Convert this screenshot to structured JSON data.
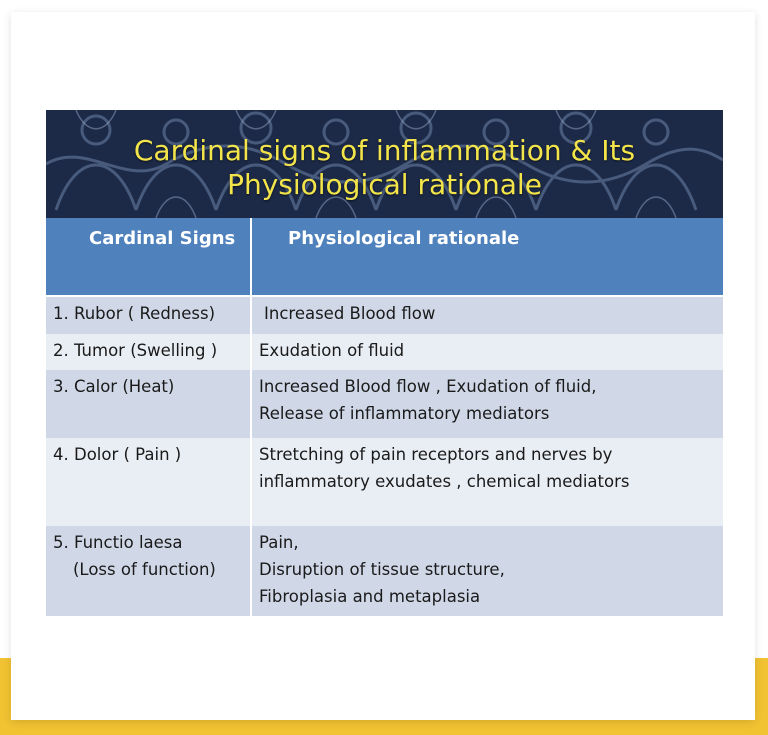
{
  "slide": {
    "title_line1": "Cardinal signs of inflammation & Its",
    "title_line2": "Physiological rationale",
    "table": {
      "headers": [
        "Cardinal Signs",
        "Physiological rationale"
      ],
      "rows": [
        {
          "sign": [
            "1.  Rubor ( Redness)"
          ],
          "rationale": [
            "Increased Blood flow"
          ]
        },
        {
          "sign": [
            "2. Tumor (Swelling )"
          ],
          "rationale": [
            "Exudation of fluid"
          ]
        },
        {
          "sign": [
            "3. Calor (Heat)"
          ],
          "rationale": [
            "Increased Blood flow  , Exudation of fluid,",
            "Release of inflammatory   mediators"
          ]
        },
        {
          "sign": [
            "4. Dolor ( Pain )"
          ],
          "rationale": [
            "Stretching of pain receptors and nerves by",
            "inflammatory exudates , chemical mediators"
          ]
        },
        {
          "sign": [
            "5. Functio laesa",
            "(Loss of function)"
          ],
          "rationale": [
            "Pain,",
            "Disruption of tissue structure,",
            "Fibroplasia and metaplasia"
          ]
        }
      ]
    }
  },
  "colors": {
    "header_blue": "#4f81bd",
    "row_dark": "#d0d8e8",
    "row_light": "#e9edf4",
    "title_yellow": "#f2e44a",
    "banner_navy": "#1c2a48",
    "page_band_gold": "#f1c232"
  }
}
